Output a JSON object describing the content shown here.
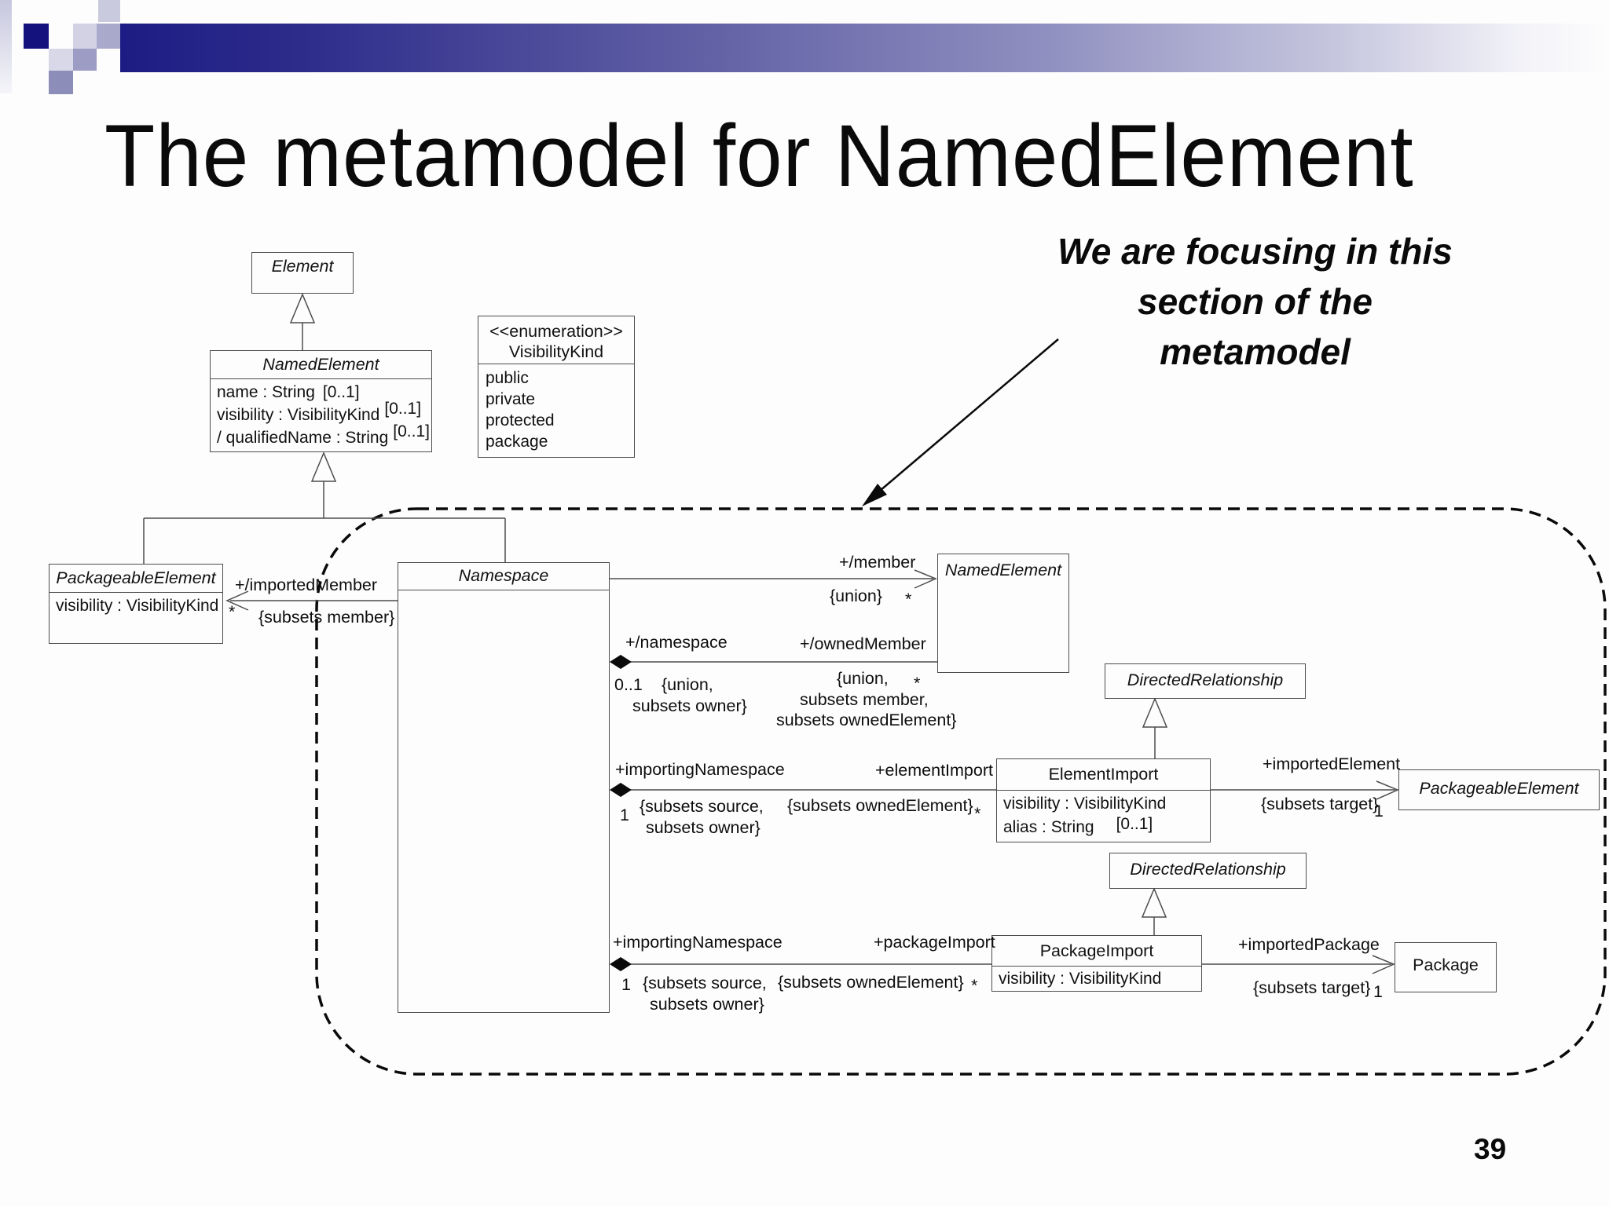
{
  "slide": {
    "title": "The metamodel for NamedElement",
    "page_number": "39",
    "annotation": "We are focusing in this\nsection of the\nmetamodel",
    "accent_colors": {
      "bar_dark": "#1d1c84",
      "bar_light": "#fdfdfd",
      "square_navy": "#14137e",
      "square_light": "#d2d2e4",
      "square_mid": "#9c9cc4",
      "square_dark": "#8d8dba"
    }
  },
  "diagram": {
    "classes": {
      "element": {
        "name": "Element"
      },
      "named_element": {
        "name": "NamedElement",
        "attr1_text": "name : String",
        "attr1_mult": "[0..1]",
        "attr2_text": "visibility : VisibilityKind",
        "attr2_mult": "[0..1]",
        "attr3_text": "/ qualifiedName : String",
        "attr3_mult": "[0..1]"
      },
      "visibility_kind": {
        "stereotype": "<<enumeration>>",
        "name": "VisibilityKind",
        "literals": [
          "public",
          "private",
          "protected",
          "package"
        ]
      },
      "packageable_element": {
        "name": "PackageableElement",
        "attr1": "visibility : VisibilityKind"
      },
      "namespace": {
        "name": "Namespace"
      },
      "named_element_2": {
        "name": "NamedElement"
      },
      "directed_relationship_1": {
        "name": "DirectedRelationship"
      },
      "element_import": {
        "name": "ElementImport",
        "attr1": "visibility : VisibilityKind",
        "attr2_text": "alias : String",
        "attr2_mult": "[0..1]"
      },
      "packageable_element_2": {
        "name": "PackageableElement"
      },
      "directed_relationship_2": {
        "name": "DirectedRelationship"
      },
      "package_import": {
        "name": "PackageImport",
        "attr1": "visibility : VisibilityKind"
      },
      "package": {
        "name": "Package"
      }
    },
    "assoc": {
      "imported_member": {
        "role": "+/importedMember",
        "mult": "*",
        "constraint": "{subsets member}"
      },
      "member": {
        "role": "+/member",
        "constraint": "{union}",
        "mult": "*"
      },
      "owned": {
        "role_left": "+/namespace",
        "role_right": "+/ownedMember",
        "mult_left": "0..1",
        "cl1": "{union,",
        "cl2": "subsets owner}",
        "cr1": "{union,",
        "mult_right": "*",
        "cr2": "subsets member,",
        "cr3": "subsets ownedElement}"
      },
      "element_import": {
        "role_left": "+importingNamespace",
        "role_right": "+elementImport",
        "mult_left": "1",
        "cl1": "{subsets source,",
        "cl2": "subsets owner}",
        "cr": "{subsets ownedElement}",
        "mult_right": "*"
      },
      "imported_element": {
        "role": "+importedElement",
        "constraint": "{subsets target}",
        "mult": "1"
      },
      "package_import": {
        "role_left": "+importingNamespace",
        "role_right": "+packageImport",
        "mult_left": "1",
        "cl1": "{subsets source,",
        "cl2": "subsets owner}",
        "cr": "{subsets ownedElement}",
        "mult_right": "*"
      },
      "imported_package": {
        "role": "+importedPackage",
        "constraint": "{subsets target}",
        "mult": "1"
      }
    }
  }
}
